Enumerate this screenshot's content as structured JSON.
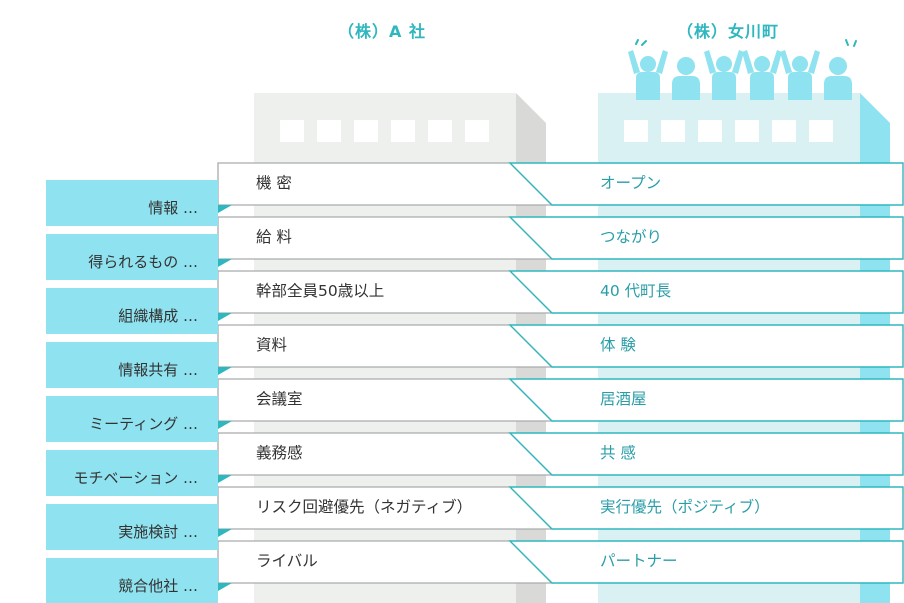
{
  "headings": {
    "company_a": "（株）A 社",
    "company_b": "（株）女川町"
  },
  "colors": {
    "accent": "#2fb7bf",
    "label_bg": "#8fe2ef",
    "building_a": "#eef0ee",
    "building_b": "#daf1f4",
    "person": "#8fe2ef"
  },
  "rows": [
    {
      "label": "情報 …",
      "a": "機 密",
      "b": "オープン"
    },
    {
      "label": "得られるもの …",
      "a": "給 料",
      "b": "つながり"
    },
    {
      "label": "組織構成 …",
      "a": "幹部全員50歳以上",
      "b": "40 代町長"
    },
    {
      "label": "情報共有 …",
      "a": "資料",
      "b": "体 験"
    },
    {
      "label": "ミーティング …",
      "a": "会議室",
      "b": "居酒屋"
    },
    {
      "label": "モチベーション …",
      "a": "義務感",
      "b": "共 感"
    },
    {
      "label": "実施検討 …",
      "a": "リスク回避優先（ネガティブ）",
      "b": "実行優先（ポジティブ）"
    },
    {
      "label": "競合他社 …",
      "a": "ライバル",
      "b": "パートナー"
    }
  ],
  "icons": [
    "person-cheering-icon",
    "person-icon"
  ]
}
